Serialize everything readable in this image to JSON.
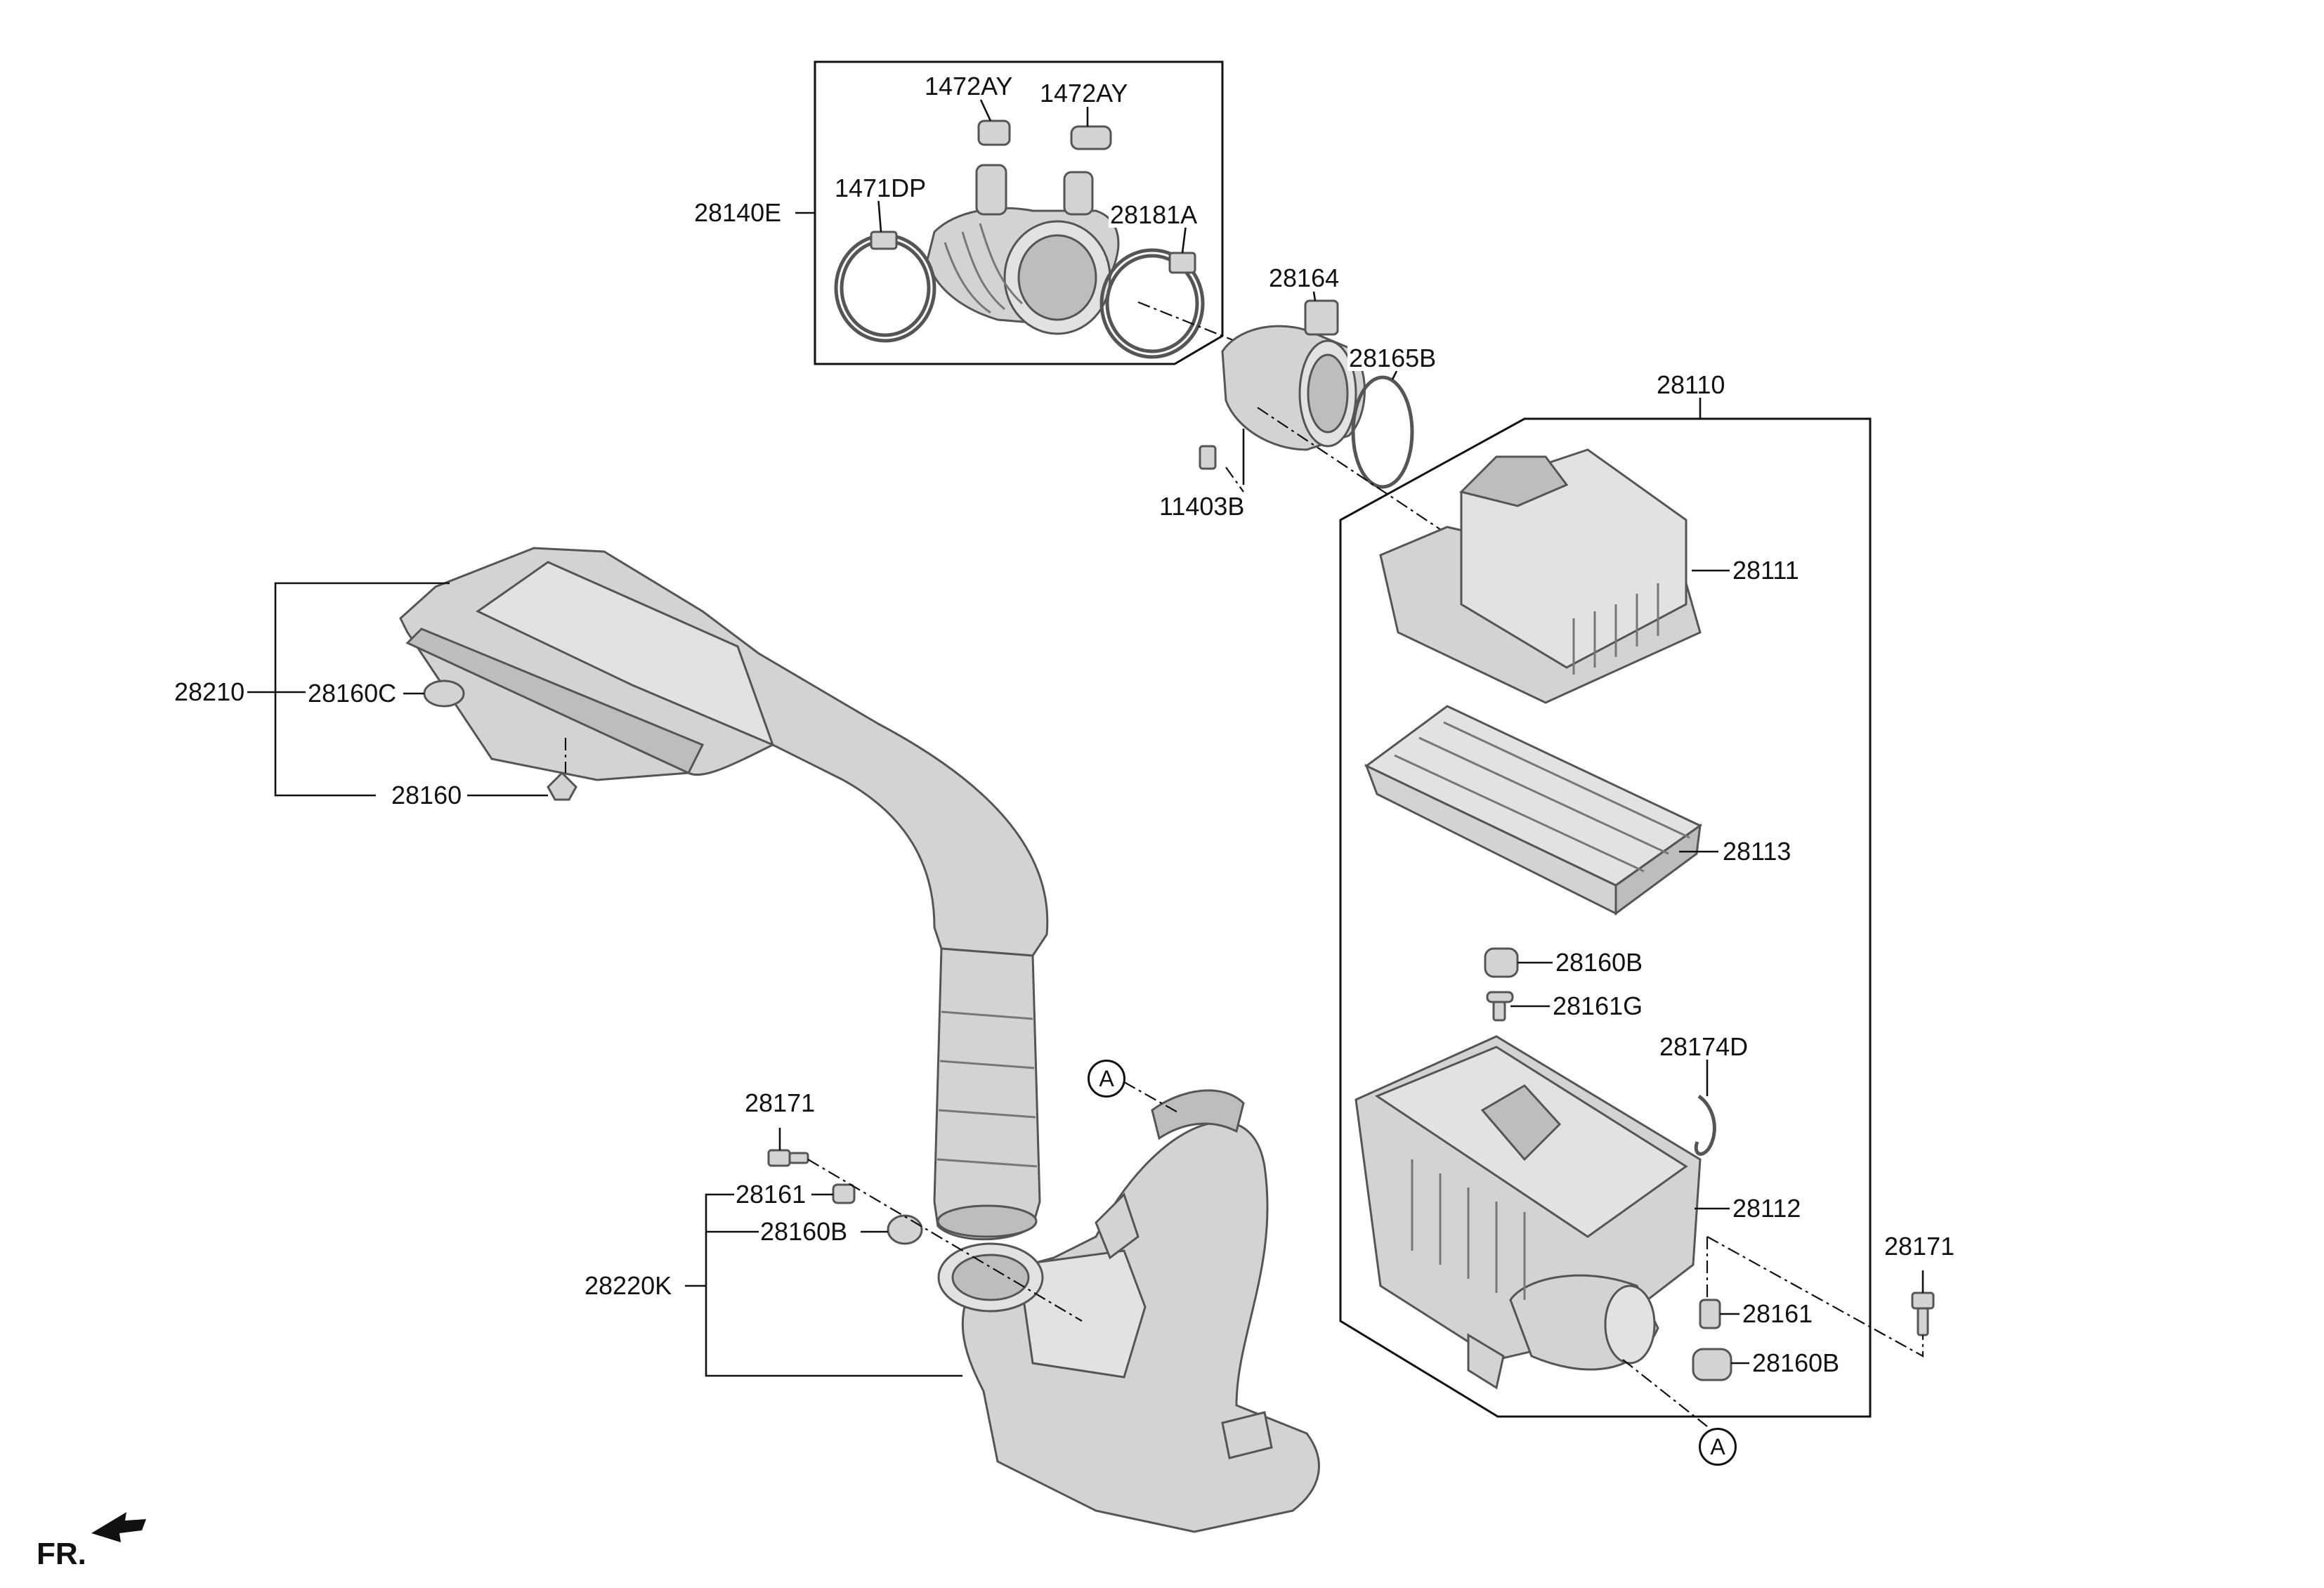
{
  "labels": {
    "p1472ay_a": "1472AY",
    "p1472ay_b": "1472AY",
    "p1471dp": "1471DP",
    "p28140e": "28140E",
    "p28181a": "28181A",
    "p28164": "28164",
    "p28165b": "28165B",
    "p11403b": "11403B",
    "p28110": "28110",
    "p28111": "28111",
    "p28113": "28113",
    "p28160b_a": "28160B",
    "p28161g": "28161G",
    "p28174d": "28174D",
    "p28112": "28112",
    "p28161_a": "28161",
    "p28160b_b": "28160B",
    "p28171_a": "28171",
    "p28210": "28210",
    "p28160c": "28160C",
    "p28160": "28160",
    "p28171_b": "28171",
    "p28161_b": "28161",
    "p28160b_c": "28160B",
    "p28220k": "28220K"
  },
  "markers": {
    "ref_a_top": "A",
    "ref_a_bottom": "A"
  },
  "orientation": {
    "front": "FR."
  }
}
